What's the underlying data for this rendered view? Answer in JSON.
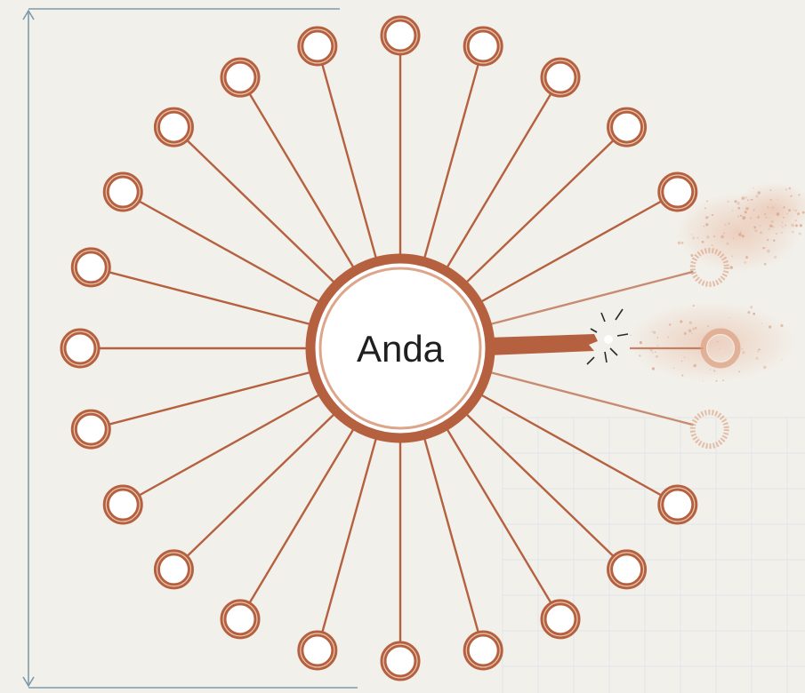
{
  "hub": {
    "label": "Anda"
  },
  "colors": {
    "background": "#f2f0ea",
    "copper": "#b5613f",
    "copper_light": "#dda68a",
    "ring_fill": "#ffffff",
    "dimension_line": "#7e9aa8",
    "grid_line": "#dfe6ea",
    "dust": "#d9a88f"
  },
  "spokes": {
    "count": 24,
    "broken_spoke_index": 6,
    "fading_spoke_indices": [
      5,
      7
    ]
  },
  "decorations": {
    "dimension_arrow": true,
    "grid_background": true
  }
}
